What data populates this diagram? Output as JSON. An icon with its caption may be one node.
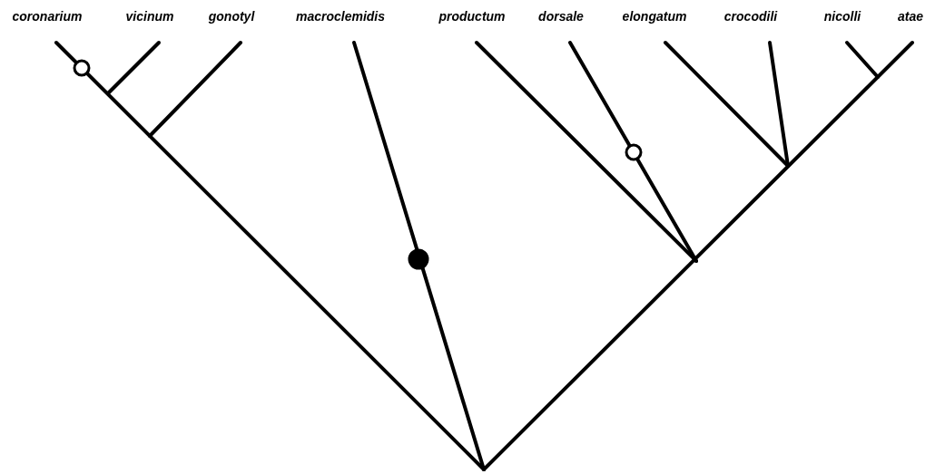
{
  "diagram": {
    "labels": [
      "coronarium",
      "vicinum",
      "gonotyl",
      "macroclemidis",
      "productum",
      "dorsale",
      "elongatum",
      "crocodili",
      "nicolli",
      "atae"
    ]
  }
}
